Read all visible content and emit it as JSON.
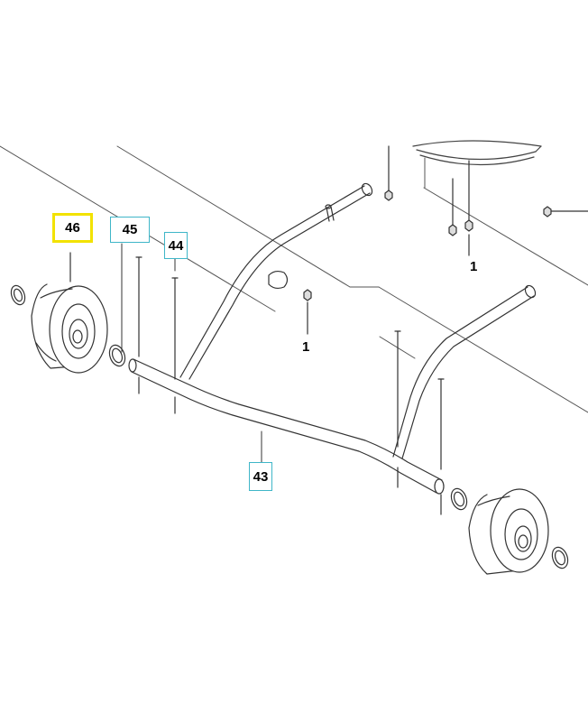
{
  "callouts": {
    "p46": {
      "label": "46",
      "color": "#f2e200"
    },
    "p45": {
      "label": "45",
      "color": "#3fb6c8"
    },
    "p44": {
      "label": "44",
      "color": "#3fb6c8"
    },
    "p43": {
      "label": "43",
      "color": "#3fb6c8"
    }
  },
  "labels": {
    "nut_center": "1",
    "nut_right": "1"
  },
  "colors": {
    "line": "#333333",
    "highlight": "#f2e200",
    "callout": "#3fb6c8"
  }
}
